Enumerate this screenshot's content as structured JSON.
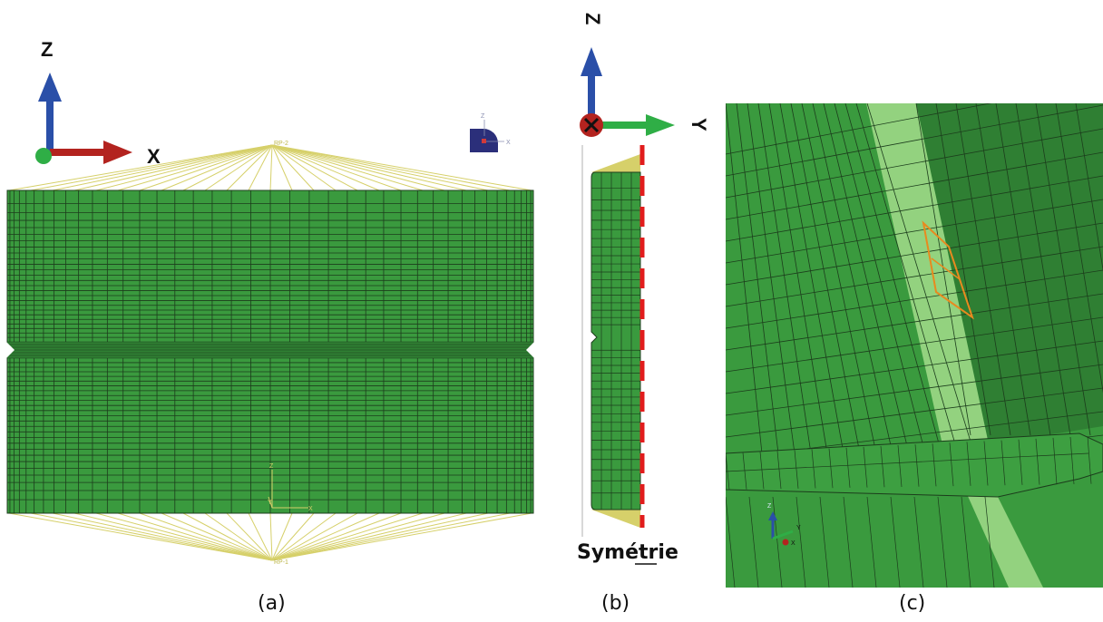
{
  "figure": {
    "panel_a": {
      "caption": "(a)",
      "axis_z": "Z",
      "axis_x": "X",
      "ref_point_top": "RP-2",
      "ref_point_bottom": "RP-1",
      "mini_triad": {
        "z": "Z",
        "x": "X"
      },
      "origin_triad": {
        "z": "Z",
        "y": "Y",
        "x": "X"
      }
    },
    "panel_b": {
      "caption": "(b)",
      "axis_z": "Z",
      "axis_y": "Y",
      "symmetry_label": "Symétrie"
    },
    "panel_c": {
      "caption": "(c)",
      "triad": {
        "z": "Z",
        "y": "Y",
        "x": "X"
      }
    },
    "colors": {
      "mesh_green": "#3a9a3e",
      "mesh_line": "#1c3d1c",
      "mesh_dark": "#2f7f33",
      "highlight_green": "#93d27f",
      "coupling_yellow": "#d6d06a",
      "axis_red": "#b3231f",
      "axis_blue": "#2a4fa8",
      "axis_green": "#2fae46",
      "symmetry_red": "#e11c1c",
      "element_orange": "#e88a1f"
    }
  }
}
